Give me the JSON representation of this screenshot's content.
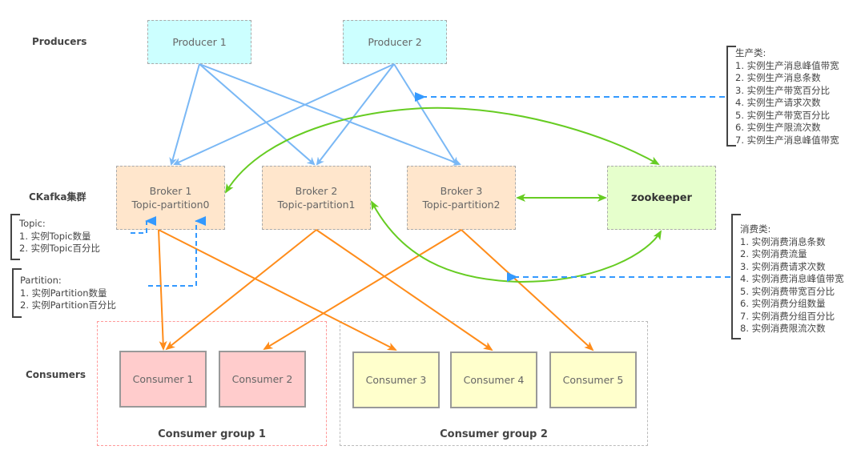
{
  "row_labels": {
    "producers": "Producers",
    "cluster": "CKafka集群",
    "consumers": "Consumers"
  },
  "producers": [
    {
      "label": "Producer 1"
    },
    {
      "label": "Producer 2"
    }
  ],
  "brokers": [
    {
      "name": "Broker 1",
      "partition": "Topic-partition0"
    },
    {
      "name": "Broker 2",
      "partition": "Topic-partition1"
    },
    {
      "name": "Broker 3",
      "partition": "Topic-partition2"
    }
  ],
  "zookeeper": {
    "label": "zookeeper"
  },
  "consumer_groups": [
    {
      "label": "Consumer group 1",
      "consumers": [
        "Consumer 1",
        "Consumer 2"
      ]
    },
    {
      "label": "Consumer group 2",
      "consumers": [
        "Consumer 3",
        "Consumer 4",
        "Consumer 5"
      ]
    }
  ],
  "notes": {
    "producer_metrics": {
      "title": "生产类:",
      "items": [
        "1. 实例生产消息峰值带宽",
        "2. 实例生产消息条数",
        "3. 实例生产带宽百分比",
        "4. 实例生产请求次数",
        "5. 实例生产带宽百分比",
        "6. 实例生产限流次数",
        "7. 实例生产消息峰值带宽"
      ]
    },
    "consumer_metrics": {
      "title": "消费类:",
      "items": [
        "1. 实例消费消息条数",
        "2. 实例消费流量",
        "3. 实例消费请求次数",
        "4. 实例消费消息峰值带宽",
        "5. 实例消费带宽百分比",
        "6. 实例消费分组数量",
        "7. 实例消费分组百分比",
        "8. 实例消费限流次数"
      ]
    },
    "topic_metrics": {
      "title": "Topic:",
      "items": [
        "1. 实例Topic数量",
        "2. 实例Topic百分比"
      ]
    },
    "partition_metrics": {
      "title": "Partition:",
      "items": [
        "1. 实例Partition数量",
        "2. 实例Partition百分比"
      ]
    }
  },
  "colors": {
    "produce_arrow": "#7ab8f5",
    "consume_arrow": "#ff8c1a",
    "zookeeper_link": "#66cc22",
    "metric_pointer": "#3399ff"
  }
}
